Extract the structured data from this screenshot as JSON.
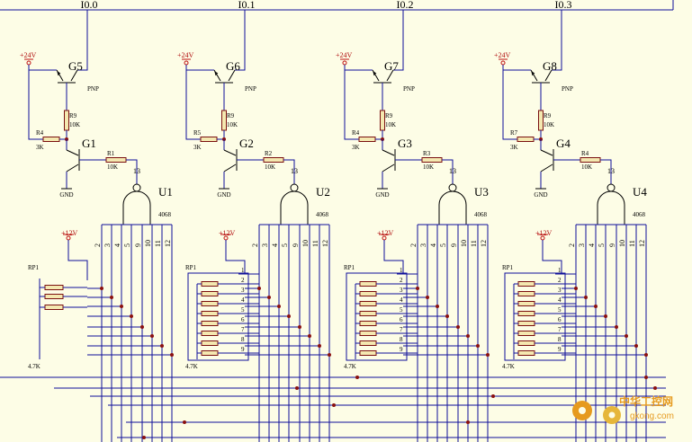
{
  "inputs": [
    "I0.0",
    "I0.1",
    "I0.2",
    "I0.3"
  ],
  "stages": [
    {
      "pnp": "G5",
      "npn": "G1",
      "gate": "U1",
      "r_top": [
        "R9",
        "10K"
      ],
      "r_base": [
        "R4",
        "3K"
      ],
      "r_in": [
        "R1",
        "10K"
      ],
      "has_rp": false
    },
    {
      "pnp": "G6",
      "npn": "G2",
      "gate": "U2",
      "r_top": [
        "R9",
        "10K"
      ],
      "r_base": [
        "R5",
        "3K"
      ],
      "r_in": [
        "R2",
        "10K"
      ],
      "has_rp": true
    },
    {
      "pnp": "G7",
      "npn": "G3",
      "gate": "U3",
      "r_top": [
        "R9",
        "10K"
      ],
      "r_base": [
        "R4",
        "3K"
      ],
      "r_in": [
        "R3",
        "10K"
      ],
      "has_rp": true
    },
    {
      "pnp": "G8",
      "npn": "G4",
      "gate": "U4",
      "r_top": [
        "R9",
        "10K"
      ],
      "r_base": [
        "R7",
        "3K"
      ],
      "r_in": [
        "R4",
        "10K"
      ],
      "has_rp": true
    }
  ],
  "labels": {
    "supply24": "+24V",
    "supply12": "+12V",
    "pnp": "PNP",
    "gnd": "GND",
    "gate_part": "4068",
    "pin_out": "13",
    "rp_name": "RP1",
    "rp_value": "4.7K"
  },
  "gate_pins": [
    "2",
    "3",
    "4",
    "5",
    "9",
    "10",
    "11",
    "12"
  ],
  "rp_pins": [
    "1",
    "2",
    "3",
    "4",
    "5",
    "6",
    "7",
    "8",
    "9"
  ],
  "watermark": {
    "text": "中华工控网",
    "url": "gkong.com"
  },
  "colors": {
    "background": "#fdfde6",
    "wire": "#10109a",
    "component": "#7a1010",
    "supply": "#c01010",
    "junction": "#8a1010",
    "watermark": "#e69a1e"
  }
}
